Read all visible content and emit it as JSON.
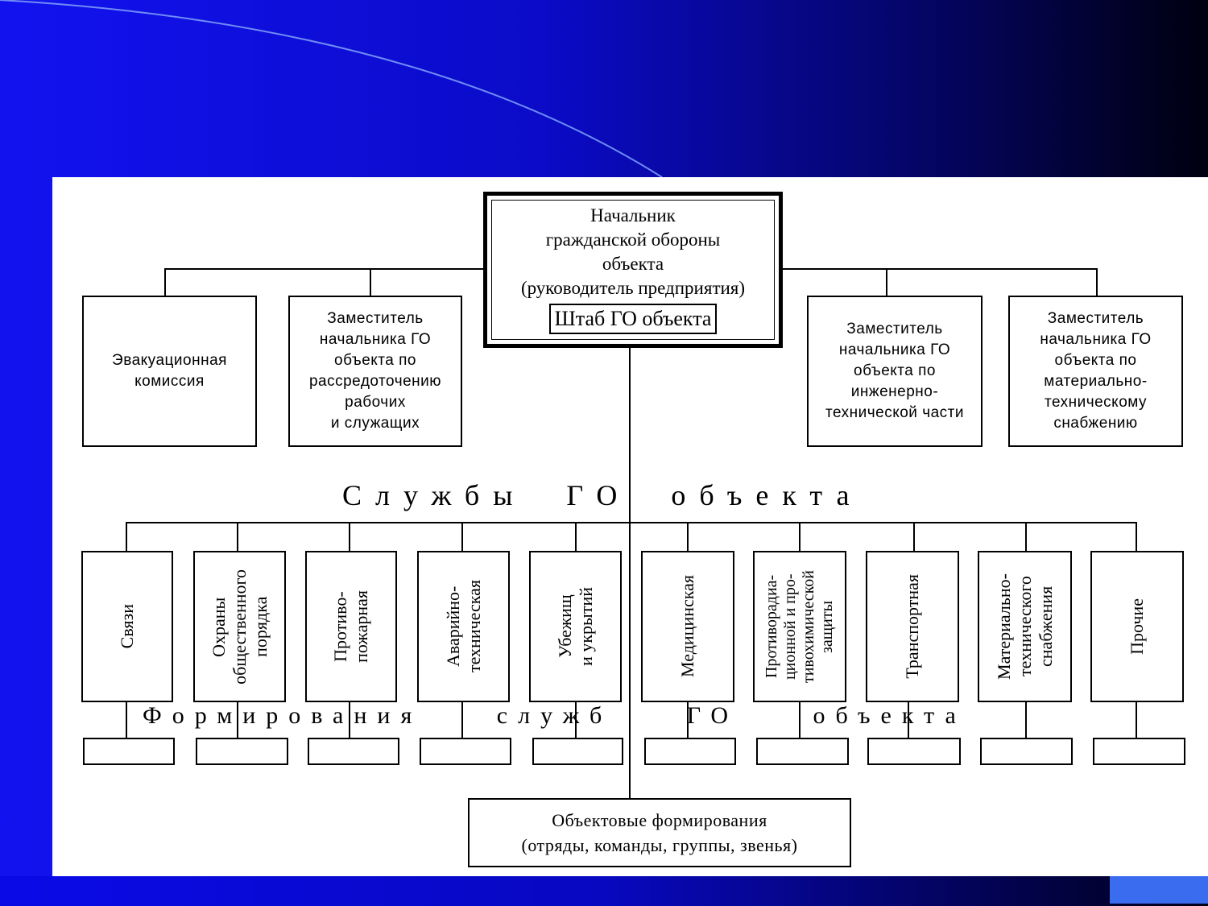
{
  "chief": {
    "title": "Начальник\nгражданской обороны\nобъекта\n(руководитель предприятия)",
    "shtab": "Штаб ГО объекта"
  },
  "left_units": [
    {
      "label": "Эвакуационная\nкомиссия"
    },
    {
      "label": "Заместитель\nначальника ГО\nобъекта по\nрассредоточению\nрабочих\nи служащих"
    }
  ],
  "right_units": [
    {
      "label": "Заместитель\nначальника ГО\nобъекта по\nинженерно-\nтехнической части"
    },
    {
      "label": "Заместитель\nначальника ГО\nобъекта по\nматериально-\nтехническому\nснабжению"
    }
  ],
  "services_heading": "Службы  ГО  объекта",
  "services": [
    {
      "label": "Связи"
    },
    {
      "label": "Охраны\nобщественного\nпорядка"
    },
    {
      "label": "Противо-\nпожарная"
    },
    {
      "label": "Аварийно-\nтехническая"
    },
    {
      "label": "Убежищ\nи укрытий"
    },
    {
      "label": "Медицинская"
    },
    {
      "label": "Противорадиа-\nционной и про-\nтивохимической\nзащиты"
    },
    {
      "label": "Транспортная"
    },
    {
      "label": "Материально-\nтехнического\nснабжения"
    },
    {
      "label": "Прочие"
    }
  ],
  "formations_heading": "Формирования  служб  ГО  объекта",
  "object_formations": "Объектовые формирования\n(отряды, команды, группы, звенья)"
}
